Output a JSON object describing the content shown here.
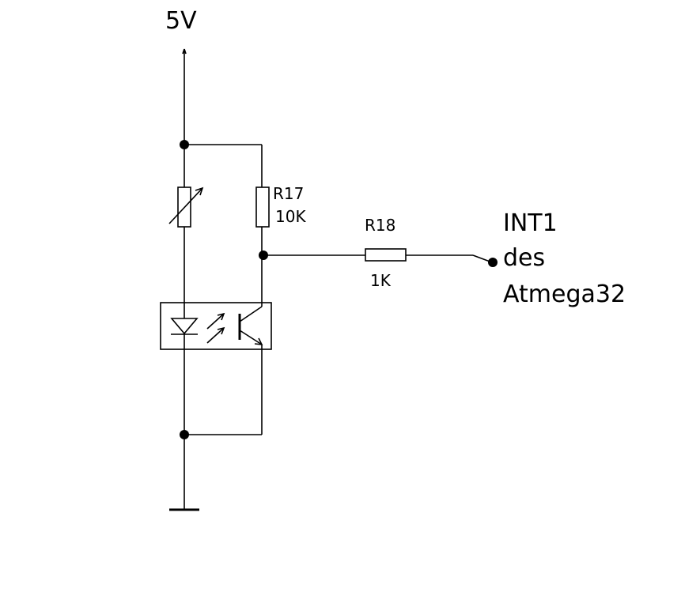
{
  "supply": {
    "label": "5V"
  },
  "r17": {
    "name": "R17",
    "value": "10K"
  },
  "r18": {
    "name": "R18",
    "value": "1K"
  },
  "output": {
    "line1": "INT1",
    "line2": "des",
    "line3": "Atmega32"
  },
  "colors": {
    "ink": "#000000",
    "background": "#ffffff"
  },
  "icons": {
    "supply": "supply-arrow-icon",
    "ldr": "variable-resistor-icon",
    "coupler": "optocoupler-icon",
    "ground": "ground-icon"
  }
}
